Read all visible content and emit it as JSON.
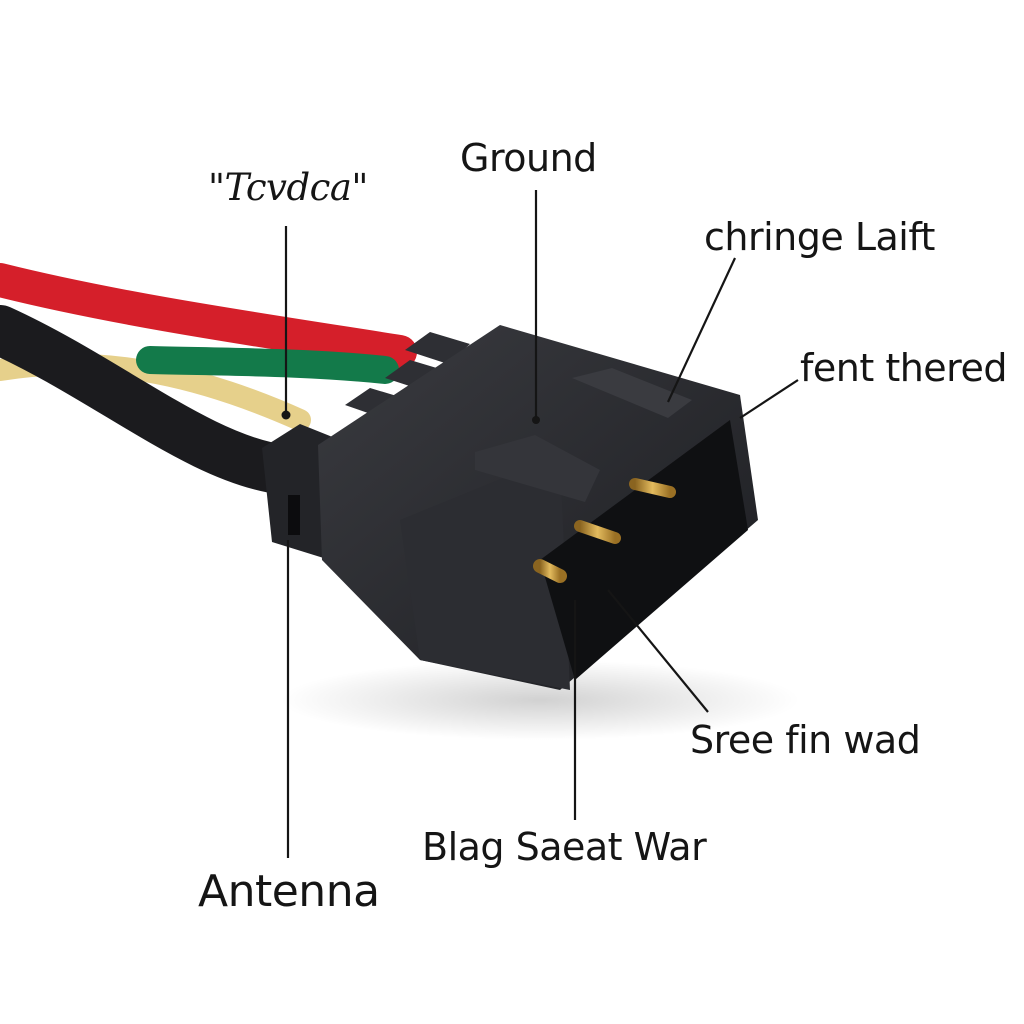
{
  "labels": {
    "top_left": "\"Tcvdca\"",
    "ground": "Ground",
    "upper_right": "chringe Laift",
    "right": "fent thered",
    "lower_right": "Sree fin wad",
    "bottom_center": "Blag Saeat War",
    "antenna": "Antenna"
  },
  "colors": {
    "background": "#ffffff",
    "connector_body": "#26272b",
    "wire_red": "#d51f2a",
    "wire_green": "#137a4a",
    "wire_yellow": "#e6d08b",
    "wire_black": "#1b1b1e",
    "pin_gold": "#c79a3a",
    "leader_line": "#151515"
  }
}
